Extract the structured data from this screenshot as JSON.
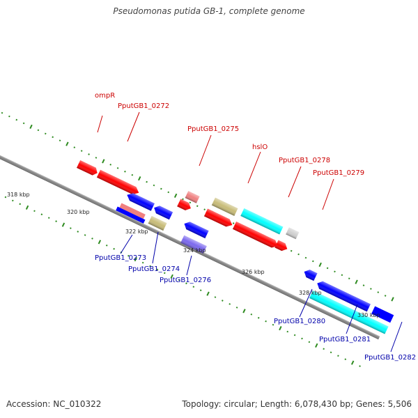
{
  "title": "Pseudomonas putida GB-1, complete genome",
  "accession": "Accession: NC_010322",
  "summary": "Topology: circular; Length: 6,078,430 bp; Genes: 5,506",
  "scale_labels": [
    "318 kbp",
    "320 kbp",
    "322 kbp",
    "324 kbp",
    "326 kbp",
    "328 kbp",
    "330 kbp"
  ],
  "gene_labels": {
    "ompR": "ompR",
    "g0272": "PputGB1_0272",
    "g0275": "PputGB1_0275",
    "hslO": "hslO",
    "g0278": "PputGB1_0278",
    "g0279": "PputGB1_0279",
    "g0273": "PputGB1_0273",
    "g0274": "PputGB1_0274",
    "g0276": "PputGB1_0276",
    "g0280": "PputGB1_0280",
    "g0281": "PputGB1_0281",
    "g0282": "PputGB1_0282"
  },
  "colors": {
    "forward_label": "#cc0000",
    "reverse_label": "#0000aa",
    "red": "#ff0000",
    "pink": "#f08080",
    "blue": "#0000ff",
    "cyan": "#00ffff",
    "khaki": "#c8bc78",
    "slate": "#7b68ee",
    "orange": "#ff9900",
    "gray": "#d0d0d0",
    "backbone": "#808080",
    "tick": "#2e8b20"
  }
}
